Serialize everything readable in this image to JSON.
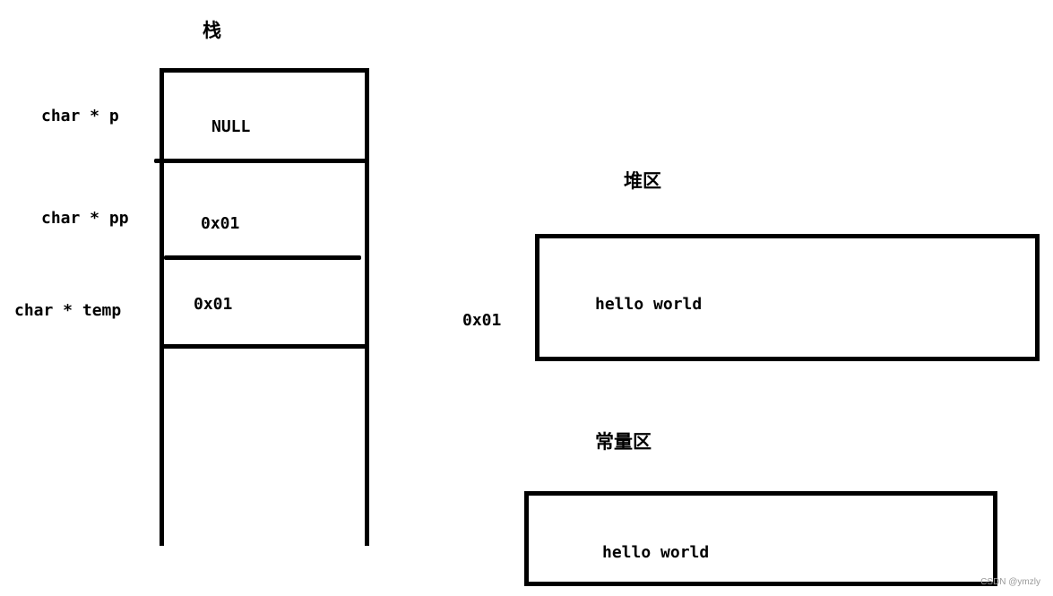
{
  "stack": {
    "title": "栈",
    "vars": [
      {
        "name": "char * p",
        "value": "NULL"
      },
      {
        "name": "char * pp",
        "value": "0x01"
      },
      {
        "name": "char * temp",
        "value": "0x01"
      }
    ]
  },
  "heap": {
    "title": "堆区",
    "address": "0x01",
    "content": "hello world"
  },
  "constant": {
    "title": "常量区",
    "content": "hello world"
  },
  "watermark": "CSDN @ymzly",
  "colors": {
    "line": "#000000",
    "background": "#ffffff",
    "watermark": "#9a9a9a"
  }
}
